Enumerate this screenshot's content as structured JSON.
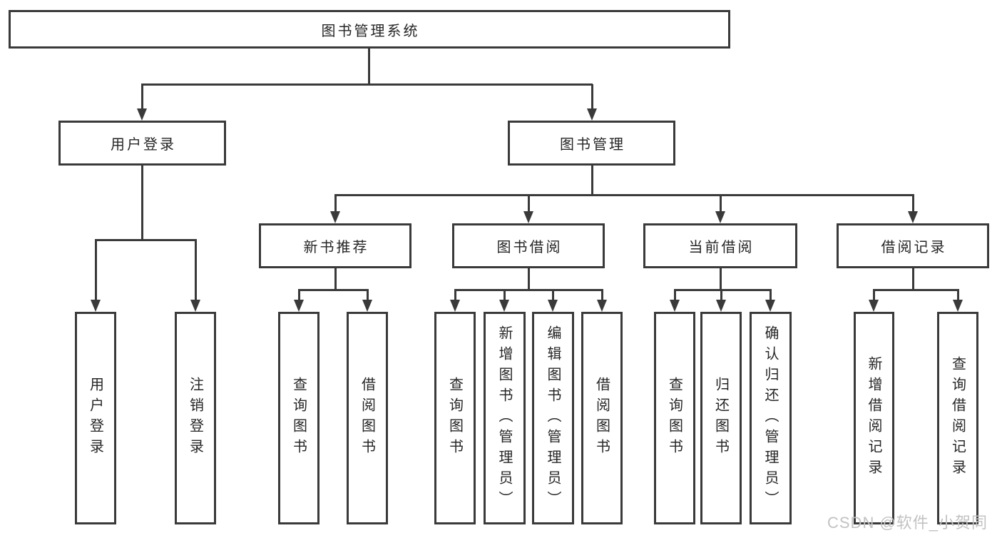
{
  "diagram": {
    "root": "图书管理系统",
    "level2": {
      "user_login": "用户登录",
      "book_mgmt": "图书管理"
    },
    "level3": {
      "new_book": "新书推荐",
      "book_borrow": "图书借阅",
      "current_borrow": "当前借阅",
      "borrow_record": "借阅记录"
    },
    "leaves": {
      "user_login": [
        "用户登录",
        "注销登录"
      ],
      "new_book": [
        "查询图书",
        "借阅图书"
      ],
      "book_borrow": [
        "查询图书",
        "新增图书（管理员）",
        "编辑图书（管理员）",
        "借阅图书"
      ],
      "current_borrow": [
        "查询图书",
        "归还图书",
        "确认归还（管理员）"
      ],
      "borrow_record": [
        "新增借阅记录",
        "查询借阅记录"
      ]
    }
  },
  "watermark": "CSDN @软件_小贺同学",
  "colors": {
    "line": "#3a3a3a",
    "text": "#262626",
    "watermark": "#c2c2c2",
    "background": "#ffffff"
  }
}
